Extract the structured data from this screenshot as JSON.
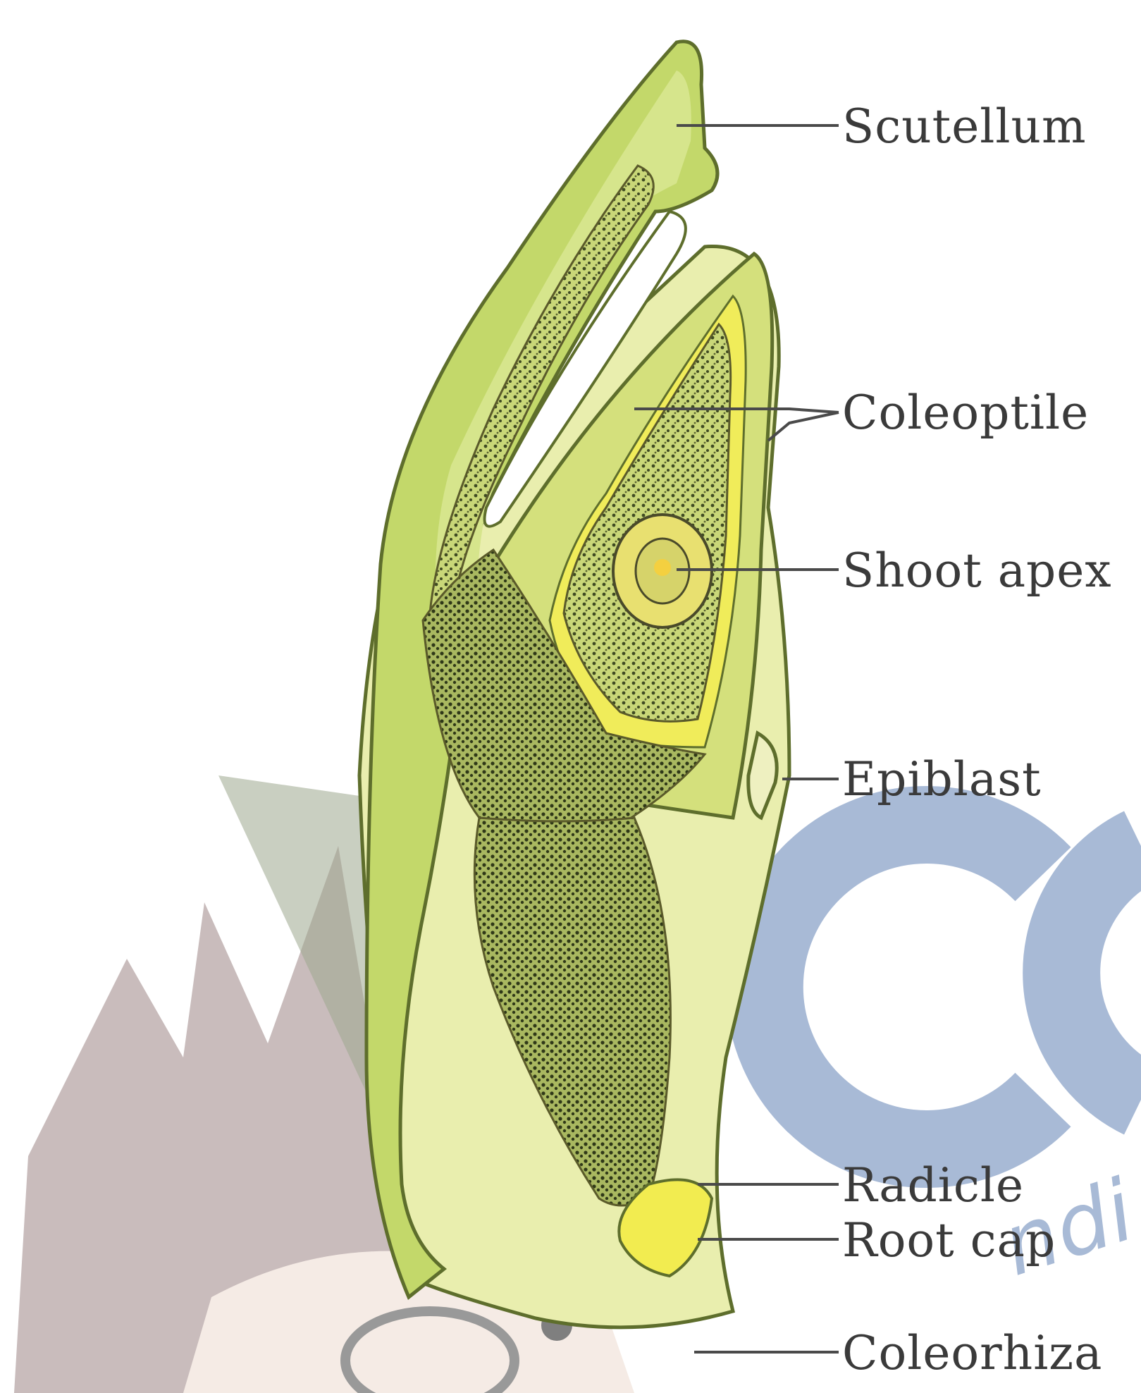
{
  "labels": {
    "scutellum": "Scutellum",
    "coleoptile": "Coleoptile",
    "shoot_apex": "Shoot apex",
    "epiblast": "Epiblast",
    "radicle": "Radicle",
    "root_cap": "Root cap",
    "coleorhiza": "Coleorhiza"
  },
  "colors": {
    "light_green": "#dfe8a0",
    "mid_green": "#b8d060",
    "pale_yellow": "#eef0b8",
    "yellow": "#f2ec50",
    "tissue_dots": "#4a4a2a",
    "watermark_gray": "#b8a8a8",
    "watermark_blue": "#8ba3c8"
  }
}
